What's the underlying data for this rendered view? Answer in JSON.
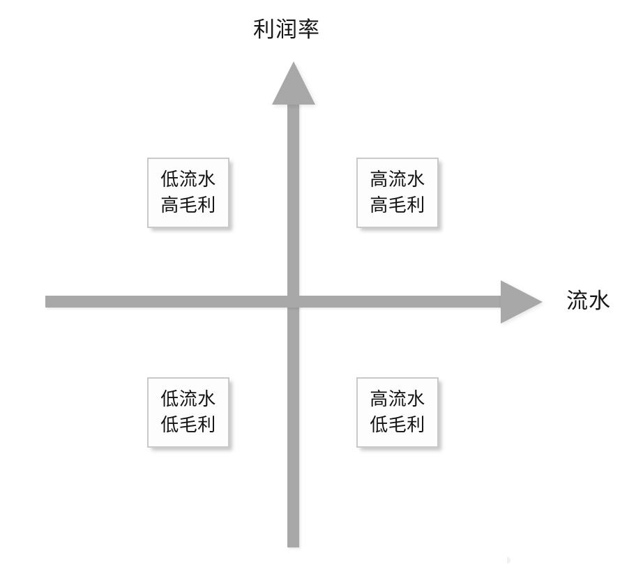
{
  "diagram": {
    "type": "2x2-quadrant-matrix",
    "background_color": "#ffffff",
    "axis_color": "#a8a8a8",
    "box_border_color": "#c9c9c9",
    "text_color": "#131313",
    "axes": {
      "y_label": "利润率",
      "x_label": "流水",
      "y_arrow_icon": "arrow-up-icon",
      "x_arrow_icon": "arrow-right-icon"
    },
    "quadrants": [
      {
        "position": "top-left",
        "line1": "低流水",
        "line2": "高毛利"
      },
      {
        "position": "top-right",
        "line1": "高流水",
        "line2": "高毛利"
      },
      {
        "position": "bottom-left",
        "line1": "低流水",
        "line2": "低毛利"
      },
      {
        "position": "bottom-right",
        "line1": "高流水",
        "line2": "低毛利"
      }
    ],
    "watermark": {
      "mark": "◗",
      "text": "",
      "note_icon": "watermark-icon"
    }
  }
}
